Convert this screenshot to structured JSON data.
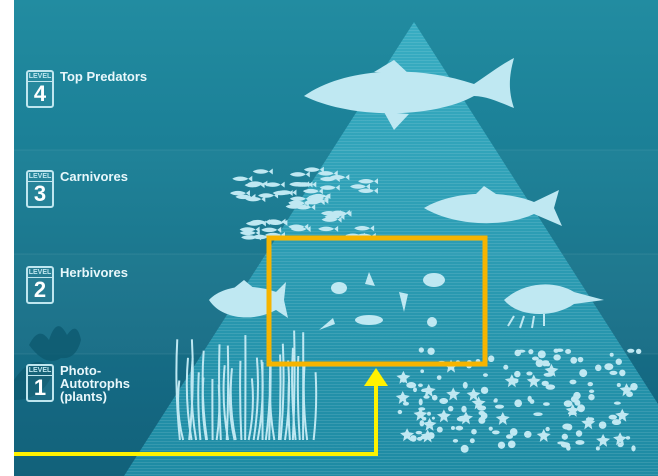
{
  "levels": [
    {
      "badge": "LEVEL",
      "number": "4",
      "label": "Top Predators"
    },
    {
      "badge": "LEVEL",
      "number": "3",
      "label": "Carnivores"
    },
    {
      "badge": "LEVEL",
      "number": "2",
      "label": "Herbivores"
    },
    {
      "badge": "LEVEL",
      "number": "1",
      "label": "Photo-\nAutotrophs\n(plants)"
    }
  ],
  "colors": {
    "water_top": "#1e8aa0",
    "water_bottom": "#0b5c76",
    "pyramid": "#2fa3b9",
    "silhouette": "#bfe8f2",
    "highlight_box": "#f6b400",
    "pointer_arrow": "#fff200"
  },
  "icons": [
    "tuna-icon",
    "fish-school-icon",
    "cod-icon",
    "grouper-icon",
    "zooplankton-icon",
    "shrimp-icon",
    "seagrass-icon",
    "phytoplankton-icon"
  ]
}
